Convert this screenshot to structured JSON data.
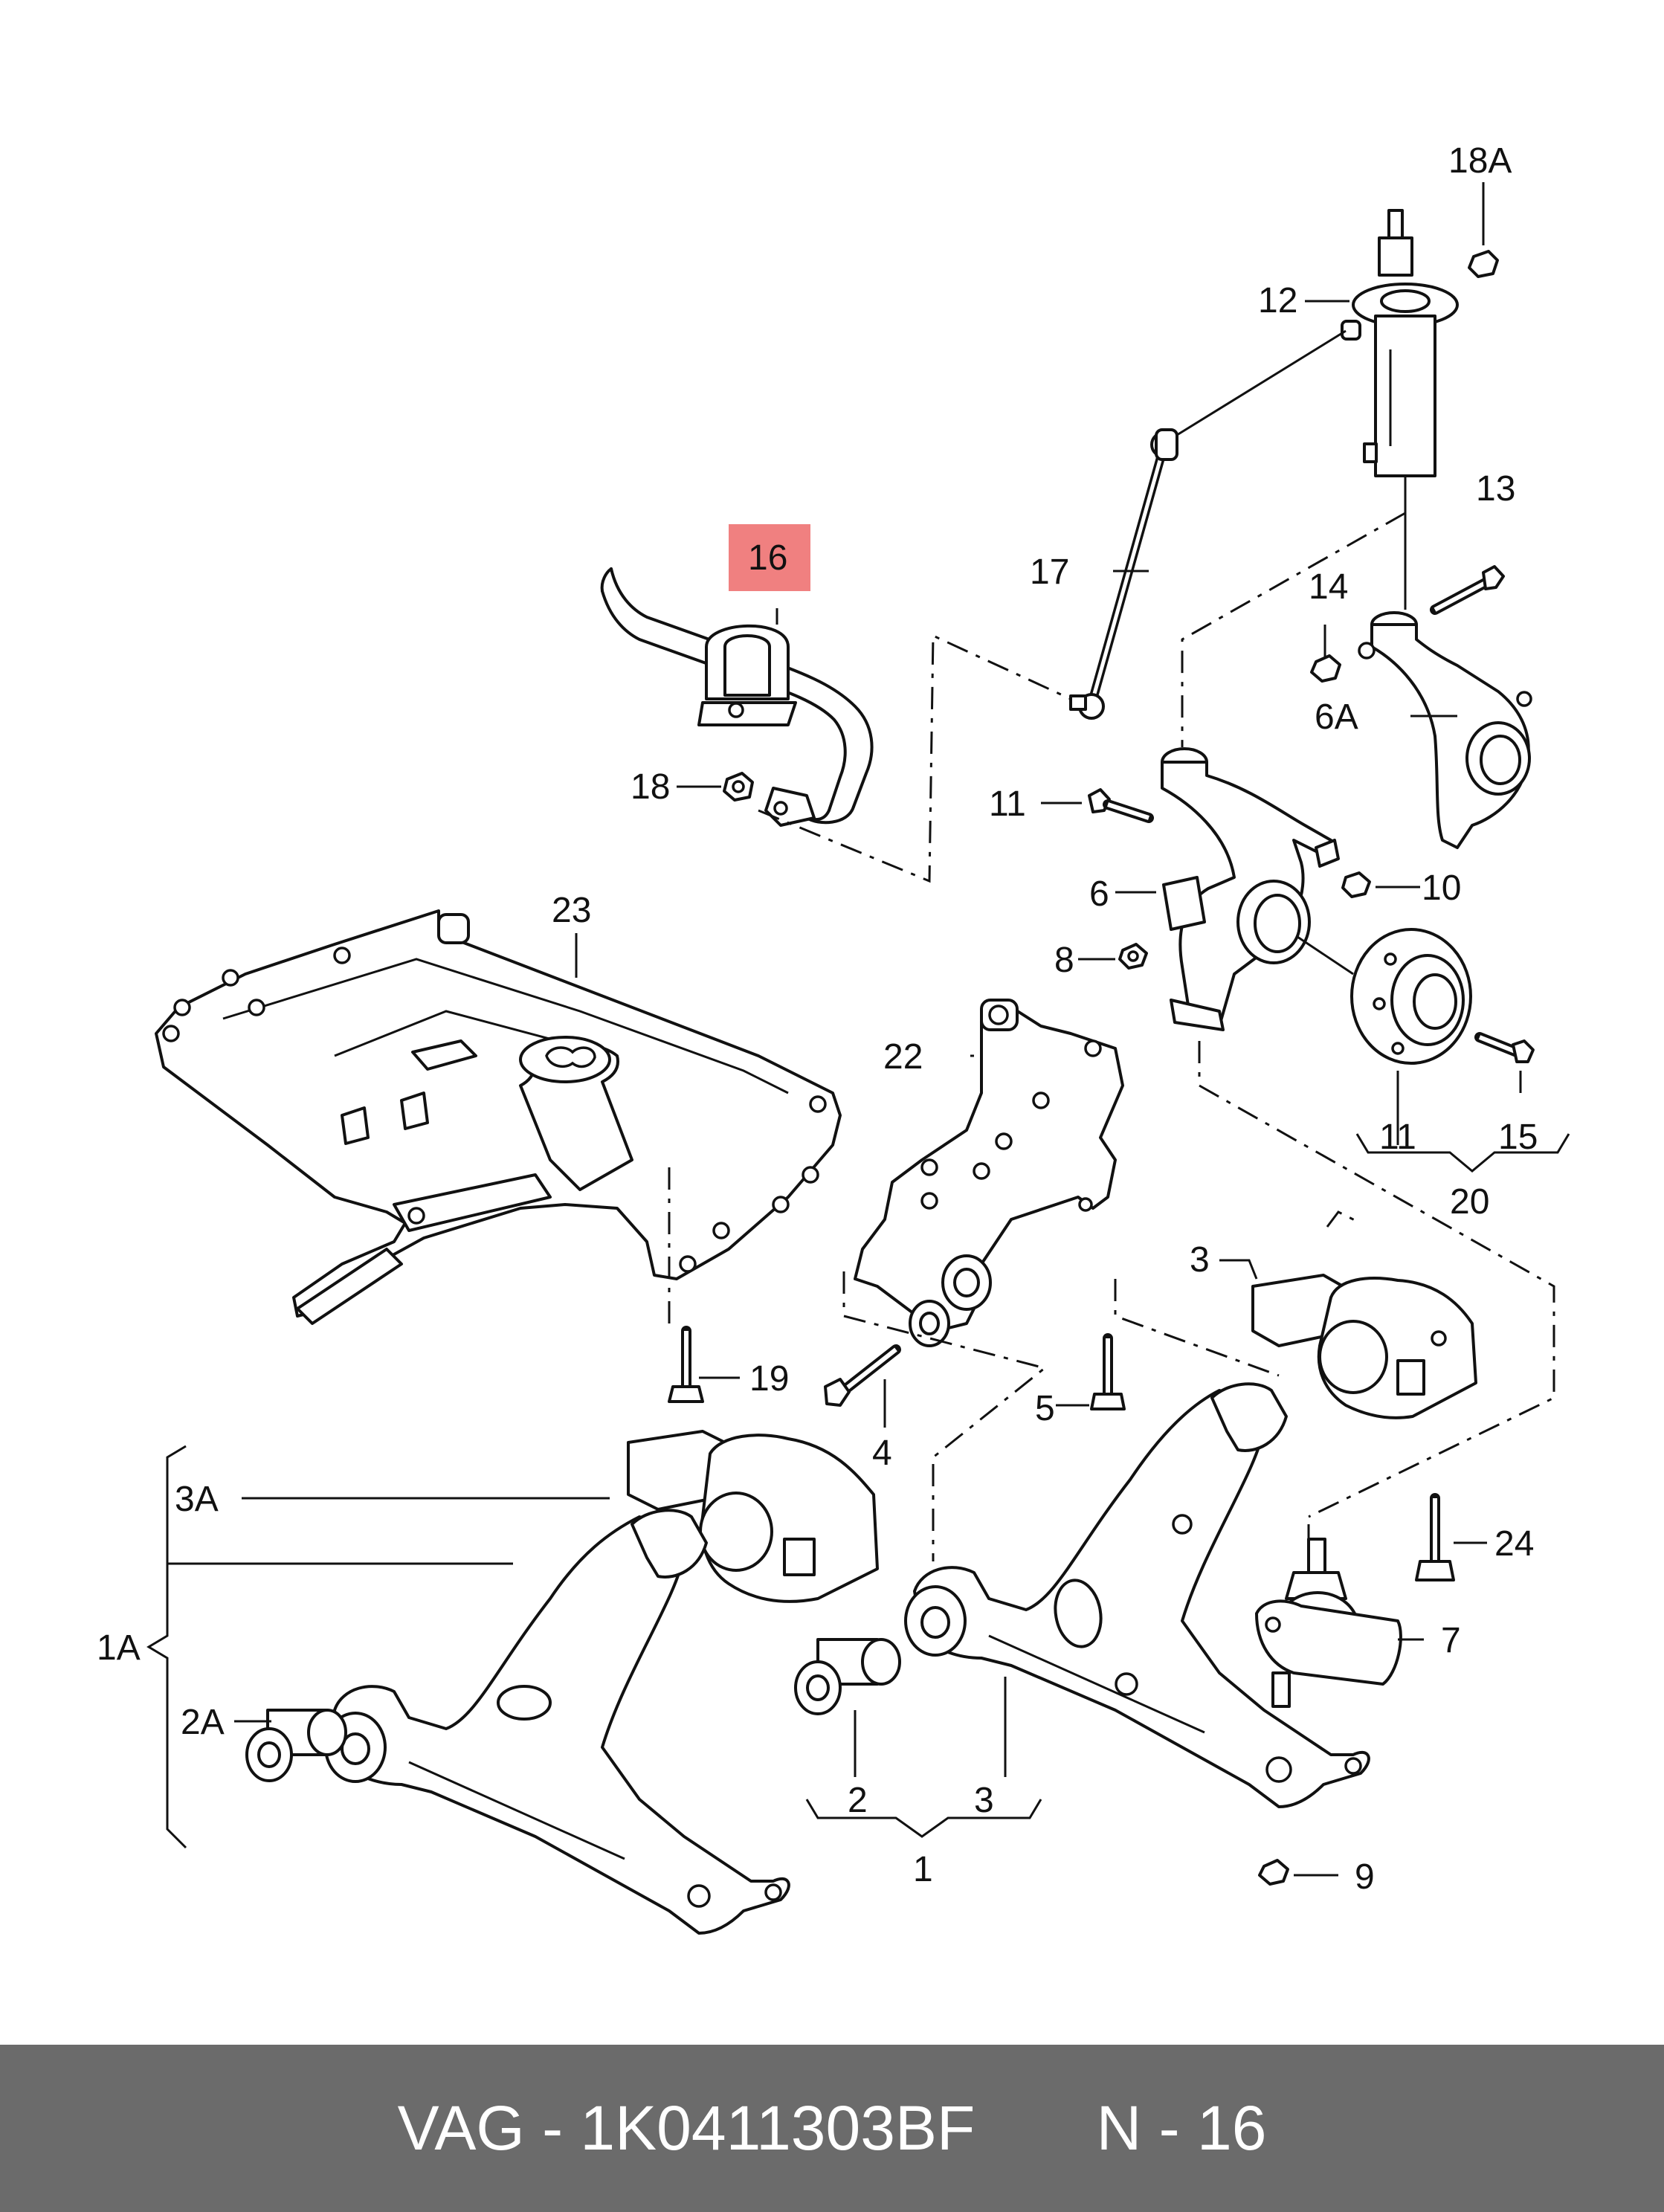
{
  "highlight": {
    "label": "16",
    "color": "#f08080"
  },
  "labels": {
    "l18A": "18A",
    "l12": "12",
    "l13": "13",
    "l14": "14",
    "l6A": "6A",
    "l17": "17",
    "l16": "16",
    "l18": "18",
    "l11a": "11",
    "l10": "10",
    "l6": "6",
    "l8": "8",
    "l23": "23",
    "l22": "22",
    "l11b": "11",
    "l15": "15",
    "l20": "20",
    "l19": "19",
    "l4": "4",
    "l5": "5",
    "l3a": "3",
    "l3A": "3A",
    "l1A": "1A",
    "l2A": "2A",
    "l24": "24",
    "l7": "7",
    "l2": "2",
    "l3b": "3",
    "l1": "1",
    "l9": "9"
  },
  "footer": {
    "brand": "VAG",
    "separator": "-",
    "part_number": "1K0411303BF",
    "ref": "N - 16"
  }
}
